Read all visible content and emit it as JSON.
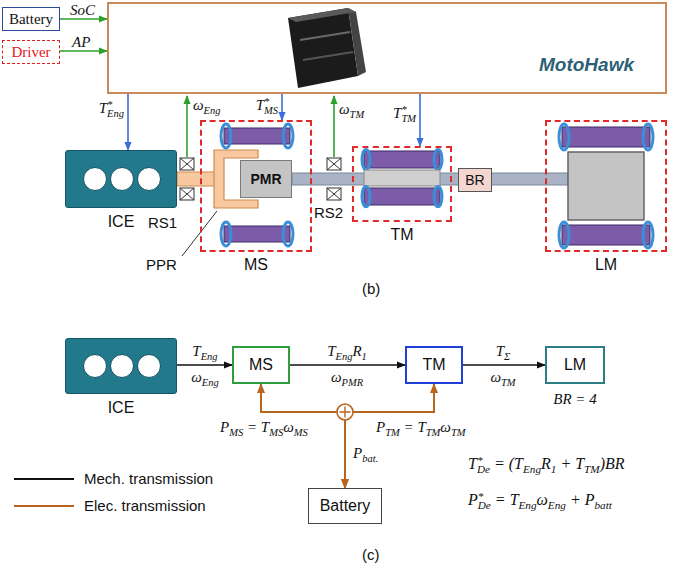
{
  "diagram": {
    "nodes": [
      {
        "text": [
          "Battery"
        ]
      },
      {
        "text": [
          "Driver"
        ]
      },
      {
        "text": [
          "MotoHawk"
        ]
      },
      {
        "text": [
          "ICE"
        ]
      },
      {
        "text": [
          "MS"
        ]
      },
      {
        "text": [
          "PMR"
        ],
        "in": 4
      },
      {
        "text": [
          "TM"
        ]
      },
      {
        "text": [
          "BR"
        ]
      },
      {
        "text": [
          "LM"
        ]
      },
      {
        "text": [
          "ICE"
        ]
      },
      {
        "text": [
          "MS"
        ]
      },
      {
        "text": [
          "TM"
        ]
      },
      {
        "text": [
          "LM"
        ]
      },
      {
        "text": [
          "Battery"
        ]
      }
    ],
    "edges": [
      {
        "from": 0,
        "to": 2,
        "arrow": "to",
        "label": "SoC"
      },
      {
        "from": 1,
        "to": 2,
        "arrow": "to",
        "label": "AP"
      },
      {
        "from": 2,
        "to": 3,
        "arrow": "to",
        "label": "T*Eng"
      },
      {
        "from": 2,
        "to": 4,
        "arrow": "to",
        "label": "T*MS"
      },
      {
        "from": 2,
        "to": 6,
        "arrow": "to",
        "label": "T*TM"
      },
      {
        "from": 9,
        "to": 10,
        "arrow": "to",
        "label": "TEng"
      },
      {
        "from": 10,
        "to": 11,
        "arrow": "to",
        "label": "TEngR1"
      },
      {
        "from": 11,
        "to": 12,
        "arrow": "to",
        "label": "TΣ"
      },
      {
        "from": 10,
        "to": 13,
        "arrow": "both",
        "label": "PMS = TMSωMS"
      },
      {
        "from": 11,
        "to": 13,
        "arrow": "both",
        "label": "PTM = TTMωTM"
      }
    ],
    "labels": [
      "ωEng",
      "ωTM",
      "RS1",
      "RS2",
      "PPR",
      "(b)",
      "ωEng",
      "ωPMR",
      "ωTM",
      "BR = 4",
      "Pbat.",
      "T*De = (TEngR1 + TTM)BR",
      "P*De = TEngωEng + Pbatt",
      "(c)"
    ],
    "legend": [
      {
        "text": "Mech. transmission"
      },
      {
        "text": "Elec. transmission"
      }
    ]
  }
}
